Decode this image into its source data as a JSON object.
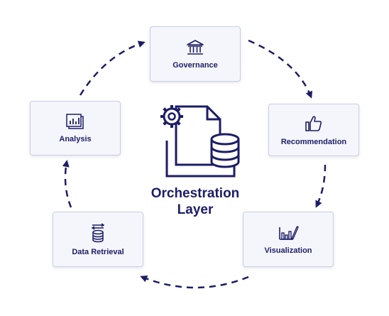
{
  "diagram": {
    "center": {
      "title_line1": "Orchestration",
      "title_line2": "Layer",
      "icon": "document-gear-database-icon"
    },
    "nodes": [
      {
        "id": "governance",
        "label": "Governance",
        "icon": "bank-building-icon"
      },
      {
        "id": "recommendation",
        "label": "Recommendation",
        "icon": "thumbs-up-icon"
      },
      {
        "id": "visualization",
        "label": "Visualization",
        "icon": "bar-chart-pen-icon"
      },
      {
        "id": "data-retrieval",
        "label": "Data Retrieval",
        "icon": "database-transfer-icon"
      },
      {
        "id": "analysis",
        "label": "Analysis",
        "icon": "chart-document-icon"
      }
    ],
    "flow": [
      "governance",
      "recommendation",
      "visualization",
      "data-retrieval",
      "analysis",
      "governance"
    ],
    "colors": {
      "primary": "#1c1d66",
      "node_fill": "#f5f6fc",
      "node_border": "#c9cde3",
      "background": "#ffffff"
    }
  }
}
